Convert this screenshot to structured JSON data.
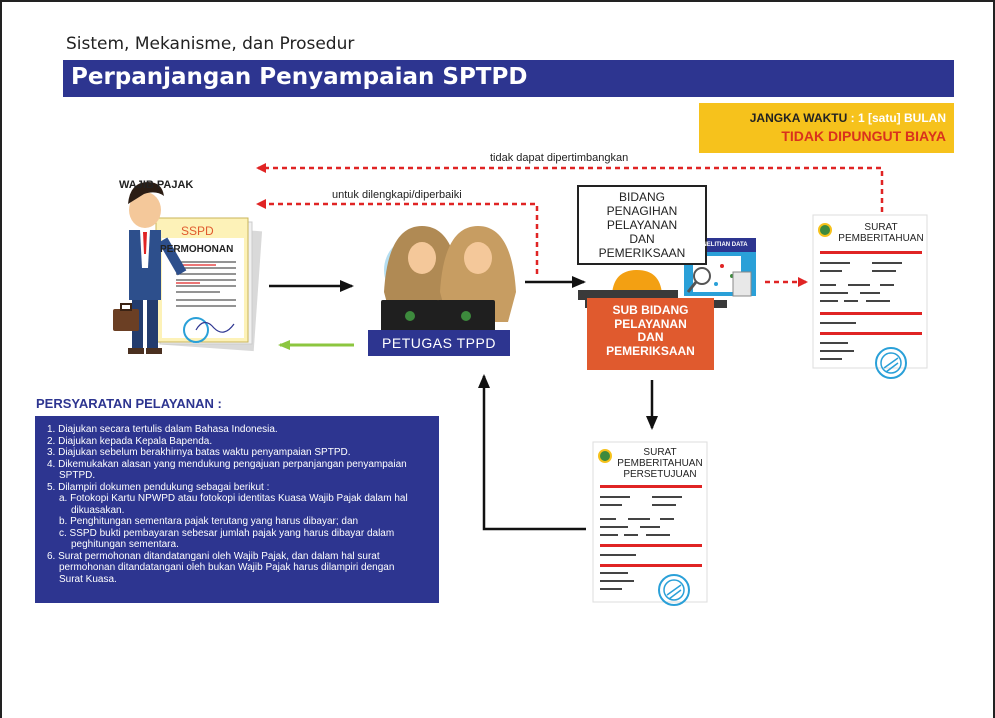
{
  "header": {
    "eyebrow": "Sistem, Mekanisme, dan Prosedur",
    "title": "Perpanjangan Penyampaian SPTPD"
  },
  "duration": {
    "label": "JANGKA WAKTU",
    "separator": " : ",
    "value": "1 [satu] BULAN",
    "fee": "TIDAK DIPUNGUT BIAYA"
  },
  "flow": {
    "rejected": "tidak dapat dipertimbangkan",
    "incomplete": "untuk dilengkapi/diperbaiki"
  },
  "actors": {
    "taxpayer": "WAJIB PAJAK",
    "sspd": "SSPD",
    "application": "PERMOHONAN",
    "officer": "PETUGAS TPPD",
    "division": "BIDANG PENAGIHAN\nPELAYANAN\nDAN PEMERIKSAAN",
    "subdivision": "SUB BIDANG\nPELAYANAN\nDAN\nPEMERIKSAAN",
    "research": "PENELITIAN DATA"
  },
  "documents": {
    "notice": "SURAT\nPEMBERITAHUAN",
    "approval": "SURAT\nPEMBERITAHUAN\nPERSETUJUAN"
  },
  "requirements": {
    "title": "PERSYARATAN PELAYANAN :",
    "items": [
      "1. Diajukan secara tertulis dalam Bahasa Indonesia.",
      "2. Diajukan kepada Kepala Bapenda.",
      "3. Diajukan sebelum berakhirnya batas waktu penyampaian SPTPD.",
      "4. Dikemukakan alasan yang mendukung pengajuan perpanjangan penyampaian",
      "SPTPD.",
      "5. Dilampiri dokumen pendukung sebagai berikut :",
      "a. Fotokopi Kartu NPWPD atau fotokopi identitas Kuasa Wajib Pajak dalam hal",
      "dikuasakan.",
      "b. Penghitungan sementara pajak terutang yang harus dibayar; dan",
      "c. SSPD bukti pembayaran sebesar jumlah pajak yang harus dibayar dalam",
      "peghitungan sementara.",
      "6. Surat permohonan ditandatangani oleh Wajib Pajak, dan dalam hal surat",
      "permohonan ditandatangani oleh bukan Wajib Pajak harus dilampiri dengan",
      "Surat Kuasa."
    ]
  },
  "colors": {
    "navy": "#2d3590",
    "yellow": "#f6c21c",
    "red": "#e02424",
    "orange": "#e05a2e",
    "green": "#8cc63f"
  }
}
